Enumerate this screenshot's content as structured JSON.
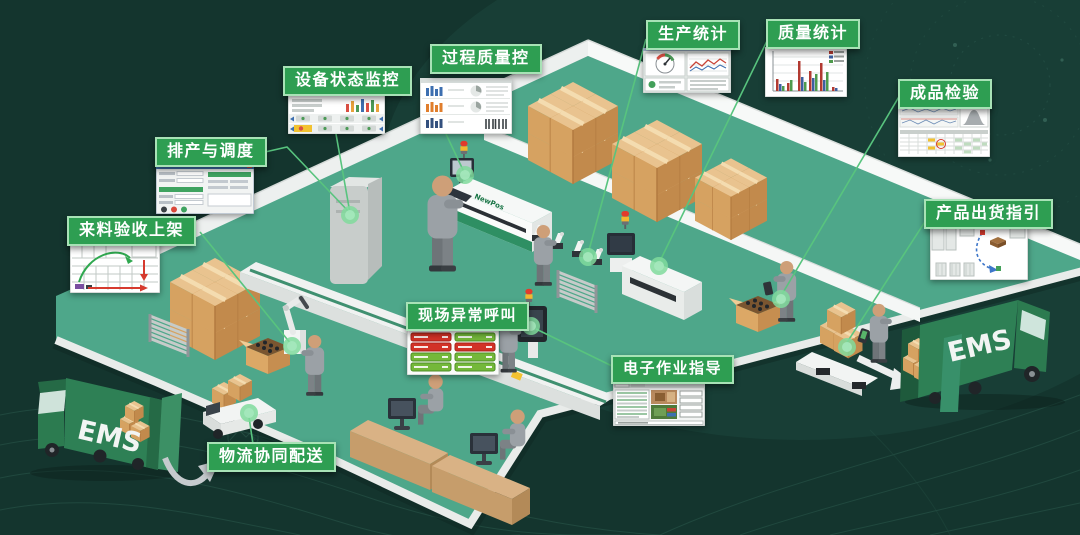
{
  "callouts": {
    "incoming_receiving": "来料验收上架",
    "scheduling": "排产与调度",
    "equipment_monitoring": "设备状态监控",
    "process_quality": "过程质量控",
    "production_stats": "生产统计",
    "quality_stats": "质量统计",
    "final_inspection": "成品检验",
    "shipping_guide": "产品出货指引",
    "abnormal_call": "现场异常呼叫",
    "e_work_instruction": "电子作业指导",
    "logistics_delivery": "物流协同配送"
  },
  "scene": {
    "truck_left_text": "EMS",
    "truck_right_text": "EMS",
    "machine_brand": "NewPos"
  },
  "colors": {
    "background": "#14352E",
    "floor_green": "#4EA78A",
    "callout_green": "#2E9E52",
    "callout_border": "#A8E2B6",
    "connector_green": "#58C47E",
    "dot_green": "#80DA9C",
    "truck_green": "#2E8055",
    "box_tan": "#D6A261",
    "alarm_red": "#E23B2D",
    "alarm_yellow": "#F2B72F"
  }
}
